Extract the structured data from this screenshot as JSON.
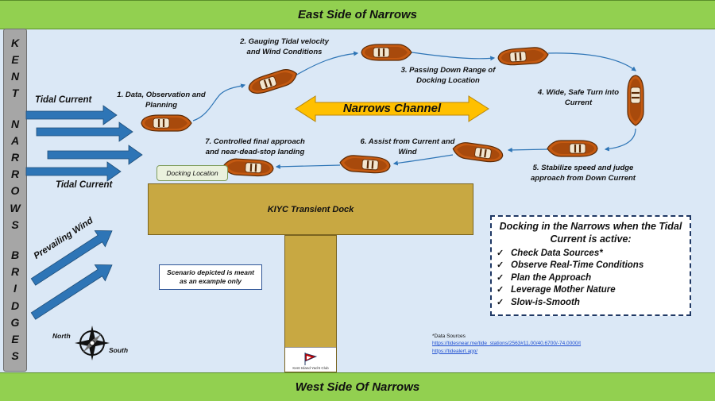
{
  "banners": {
    "top": "East Side of Narrows",
    "bottom": "West Side Of Narrows"
  },
  "bridge_letters": [
    "K",
    "E",
    "N",
    "T",
    "",
    "N",
    "A",
    "R",
    "R",
    "O",
    "W",
    "S",
    "",
    "B",
    "R",
    "I",
    "D",
    "G",
    "E",
    "S"
  ],
  "labels": {
    "tidal_current_1": "Tidal Current",
    "tidal_current_2": "Tidal Current",
    "prevailing_wind": "Prevailing Wind",
    "narrows_channel": "Narrows Channel",
    "docking_location": "Docking Location",
    "dock": "KIYC Transient Dock",
    "scenario": "Scenario depicted is meant as an example only",
    "compass_north": "North",
    "compass_south": "South",
    "yacht_club": "Kent Island Yacht Club"
  },
  "steps": [
    "1. Data, Observation and Planning",
    "2. Gauging Tidal velocity and Wind Conditions",
    "3. Passing Down Range of Docking Location",
    "4. Wide, Safe Turn into Current",
    "5. Stabilize speed and judge approach  from Down Current",
    "6. Assist from Current and Wind",
    "7. Controlled final approach and near-dead-stop landing"
  ],
  "info_box": {
    "title": "Docking in the Narrows when the Tidal Current is active:",
    "items": [
      "Check Data Sources*",
      "Observe Real-Time Conditions",
      "Plan the Approach",
      "Leverage Mother Nature",
      "Slow-is-Smooth"
    ]
  },
  "data_sources": {
    "heading": "*Data Sources",
    "link1": "https://tidesnear.me/tide_stations/2563#11.00/40.6700/-74.0000/t",
    "link2": "https://tidealert.app/"
  },
  "colors": {
    "water": "#dbe8f6",
    "banner": "#92d050",
    "arrow_blue": "#2e75b6",
    "channel_arrow": "#ffc000",
    "dock": "#c8a842",
    "boat_hull": "#c55a11",
    "path_line": "#2e75b6"
  }
}
